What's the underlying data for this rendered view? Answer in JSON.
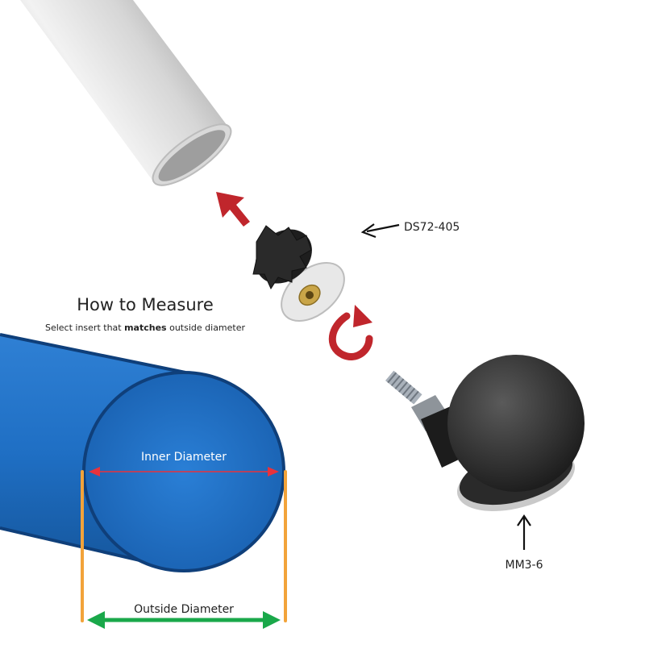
{
  "heading": {
    "title": "How to Measure",
    "subtitle_prefix": "Select insert that ",
    "subtitle_bold": "matches",
    "subtitle_suffix": " outside diameter"
  },
  "labels": {
    "insert_part": "DS72-405",
    "caster_part": "MM3-6",
    "inner_diameter": "Inner Diameter",
    "outside_diameter": "Outside Diameter"
  },
  "colors": {
    "pipe_blue": "#1f6fc4",
    "pipe_blue_dark": "#0f3f7a",
    "inner_arrow": "#e8323c",
    "outer_arrow": "#1aa84a",
    "caliper": "#f2a33a",
    "rotate_arrow": "#c0262c"
  },
  "icons": {
    "up_arrow": "up-left-arrow-icon",
    "rotate_arrow": "rotate-arrow-icon"
  }
}
